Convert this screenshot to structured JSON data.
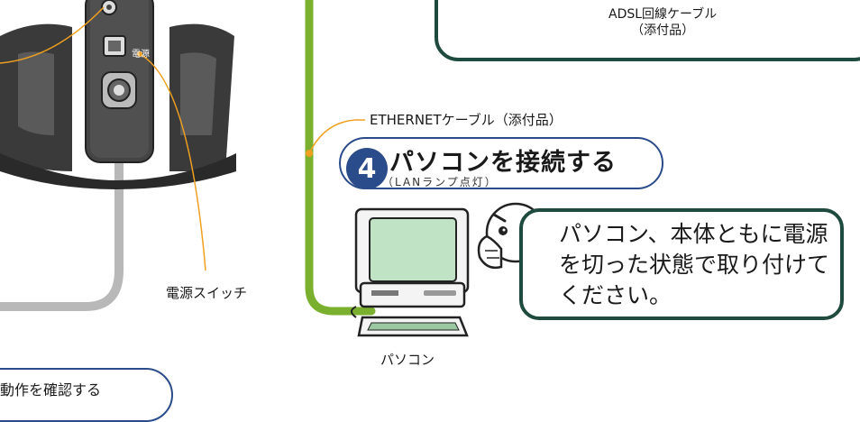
{
  "colors": {
    "cable_green": "#7ab02e",
    "panel_border": "#1f4a3e",
    "step_blue": "#2b4c8a",
    "leader_orange": "#f0a020",
    "device_dark": "#3c3c3c",
    "modem_beige": "#e8dcc0"
  },
  "device": {
    "power_label_small": "電源",
    "power_switch_label": "電源スイッチ"
  },
  "adsl": {
    "cable_label_line1": "ADSL回線ケーブル",
    "cable_label_line2": "（添付品）"
  },
  "ethernet": {
    "cable_label": "ETHERNETケーブル（添付品）"
  },
  "step4": {
    "number": "4",
    "title": "パソコンを接続する",
    "subtitle": "（LANランプ点灯）"
  },
  "note": {
    "icon": "worried-face-icon",
    "text": "パソコン、本体ともに電源を切った状態で取り付けてください。"
  },
  "pc": {
    "label": "パソコン"
  },
  "next_step": {
    "text": "動作を確認する"
  }
}
